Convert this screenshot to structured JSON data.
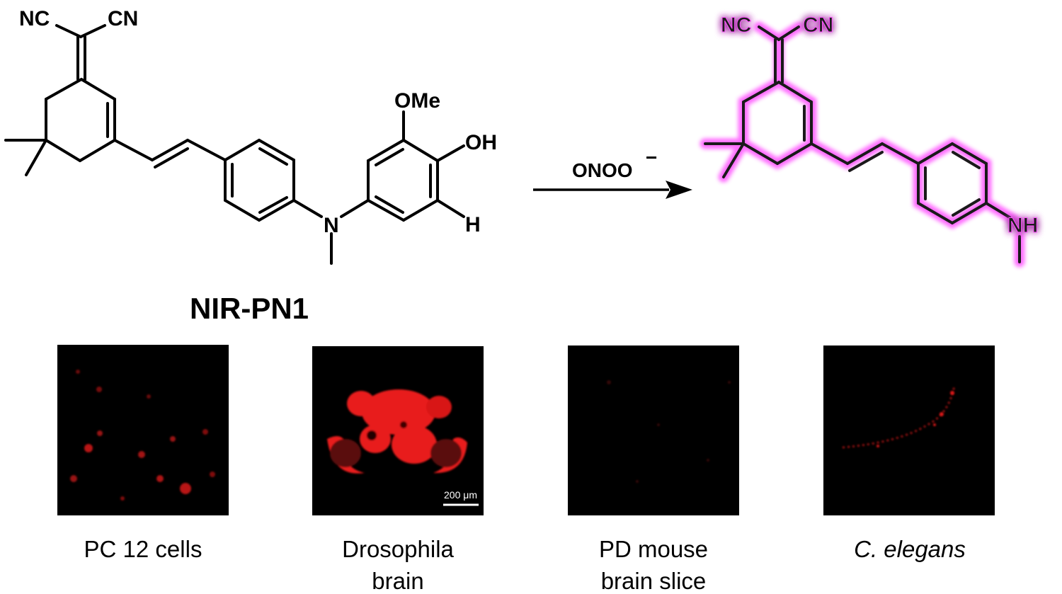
{
  "reactant": {
    "name": "NIR-PN1",
    "atoms": {
      "nc": "NC",
      "cn": "CN",
      "ome": "OMe",
      "oh": "OH",
      "h": "H",
      "n": "N"
    }
  },
  "reaction": {
    "reagent": "ONOO",
    "reagent_charge": "−"
  },
  "product": {
    "atoms": {
      "nc": "NC",
      "cn": "CN",
      "nh": "NH"
    },
    "glow_color": "#ff33ff"
  },
  "panels": [
    {
      "caption_line1": "PC 12 cells",
      "caption_line2": "",
      "italic": false
    },
    {
      "caption_line1": "Drosophila",
      "caption_line2": "brain",
      "italic": false,
      "scale_bar": "200 μm"
    },
    {
      "caption_line1": "PD mouse",
      "caption_line2": "brain slice",
      "italic": false
    },
    {
      "caption_line1": "C. elegans",
      "caption_line2": "",
      "italic": true
    }
  ],
  "colors": {
    "fluorescence": "#e81a1a",
    "panel_background": "#000000"
  }
}
